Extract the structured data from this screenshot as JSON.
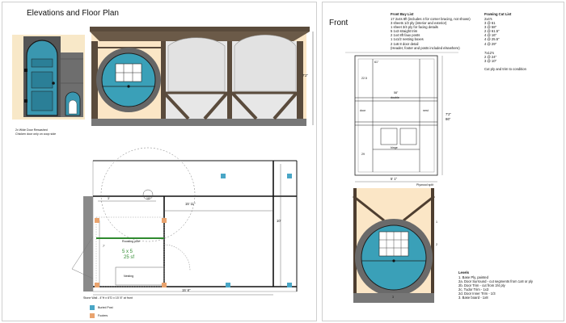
{
  "left_page": {
    "title": "Elevations and Floor Plan",
    "door_note_1": "2x Wide Door Rewashed",
    "door_note_2": "Chicken door only on coop side",
    "elev_height": "7'2\"",
    "floor": {
      "dim_3": "3'",
      "dim_10": "10\"",
      "dim_15_11": "15' 11\"",
      "dim_10ft": "10'",
      "dim_7": "7'",
      "roosting_label": "Roosting pole",
      "area_label": "5 x 5",
      "area_sqft": "25 sf",
      "nesting_label": "Nesting",
      "dim_15_8": "15' 8\"",
      "stone_wall": "Stone Wall - 4\"H x 6\"D x 15' 8\" at front"
    },
    "legend": [
      {
        "label": "Buried Post",
        "color": "#49a6c6"
      },
      {
        "label": "Footers",
        "color": "#e9a36e"
      }
    ]
  },
  "right_page": {
    "title": "Front",
    "buy_list": {
      "heading": "Front Buy List",
      "items": [
        "17 2x4s 8ft (includes 4 for corner bracing, not shown)",
        "3 sheets 1/2 ply (interior and exterior)",
        "1 sheet 3/4 ply for facing details",
        "5 1x3 straight trim",
        "2 1x4 8ft faux posts",
        "1 1x1/2 nesting boxes",
        "2 1x6 8 door detail",
        "(Header, footer and posts included elsewhere)"
      ]
    },
    "cut_list": {
      "heading": "Framing Cut List",
      "items": [
        "2x4's",
        "3 @ 61",
        "3 @ 58\"",
        "2 @ 61.5\"",
        "4 @ 16\"",
        "4 @ 25.5\"",
        "4 @ 29\""
      ],
      "items2": [
        "7x12's",
        "2 @ 24\"",
        "3 @ 10\""
      ],
      "note": "Cut ply and trim to condition"
    },
    "frame": {
      "dim_height": "7'2\"",
      "dim_height_in": "86\"",
      "dim_width": "5' 1\"",
      "label_61": "61\"",
      "label_225": "22.5",
      "label_58": "58\"",
      "label_double": "double",
      "label_hinge": "hinge",
      "label_29": "29",
      "label_door": "door",
      "label_nest": "nest",
      "plywood": "Plywood split"
    },
    "levels": {
      "heading": "Levels",
      "items": [
        "1. Base Ply, painted",
        "2a. Door Surround - cut segments from 1x8 or ply",
        "2b. Door Trim - cut from 3/4 ply",
        "2c. Tudor Trim - 1x3",
        "2d. Door Inner Trim - 1/3",
        "3. Base board - 1x8"
      ]
    },
    "level_marks": [
      "1",
      "2",
      "3"
    ]
  }
}
